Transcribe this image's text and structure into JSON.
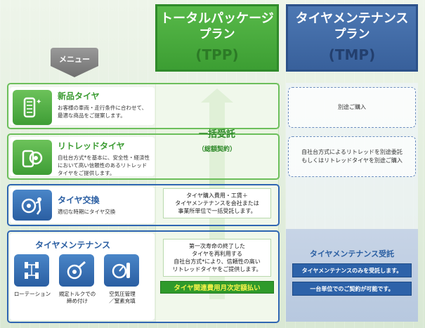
{
  "columns": {
    "tpp": {
      "line1": "トータルパッケージ",
      "line2": "プラン",
      "abbr": "(TPP)"
    },
    "tmp": {
      "line1": "タイヤメンテナンス",
      "line2": "プラン",
      "abbr": "(TMP)"
    }
  },
  "menu_tab": "メニュー",
  "rows": {
    "new_tire": {
      "title": "新品タイヤ",
      "desc": "お客様の車両・走行条件に合わせて、最適な商品をご提案します。"
    },
    "retread": {
      "title": "リトレッドタイヤ",
      "desc": "自社台方式*を基本に、安全性・経済性において高い信頼性のあるリトレッドタイヤをご提供します。"
    },
    "exchange": {
      "title": "タイヤ交換",
      "desc": "適切な時期にタイヤ交換"
    },
    "maintenance": {
      "title": "タイヤメンテナンス",
      "items": [
        {
          "label": "ローテーション"
        },
        {
          "label_l1": "規定トルクでの",
          "label_l2": "締め付け"
        },
        {
          "label_l1": "空気圧管理",
          "label_l2": "／窒素充填"
        }
      ]
    }
  },
  "tpp": {
    "head": "一括受託",
    "subhead": "（総額契約）",
    "box1": [
      "タイヤ購入費用・工賃＋",
      "タイヤメンテナンスを会社または",
      "事業所単位で一括受託します。"
    ],
    "box2": [
      "第一次寿命の終了した",
      "タイヤを再利用する",
      "自社台方式*により、信頼性の高い",
      "リトレッドタイヤをご提供します。"
    ],
    "pay": "タイヤ関連費用月次定額払い"
  },
  "tmp": {
    "separate": "別途ご購入",
    "retread_l1": "自社台方式によるリトレッドを別途委託",
    "retread_l2": "もしくはリトレッドタイヤを別途ご購入",
    "head": "タイヤメンテナンス受託",
    "item1": "タイヤメンテナンスのみを受託します。",
    "item2": "一台単位でのご契約が可能です。"
  },
  "colors": {
    "green": "#3c9e33",
    "blue": "#2a5ea2",
    "yellow": "#f6f34a"
  }
}
